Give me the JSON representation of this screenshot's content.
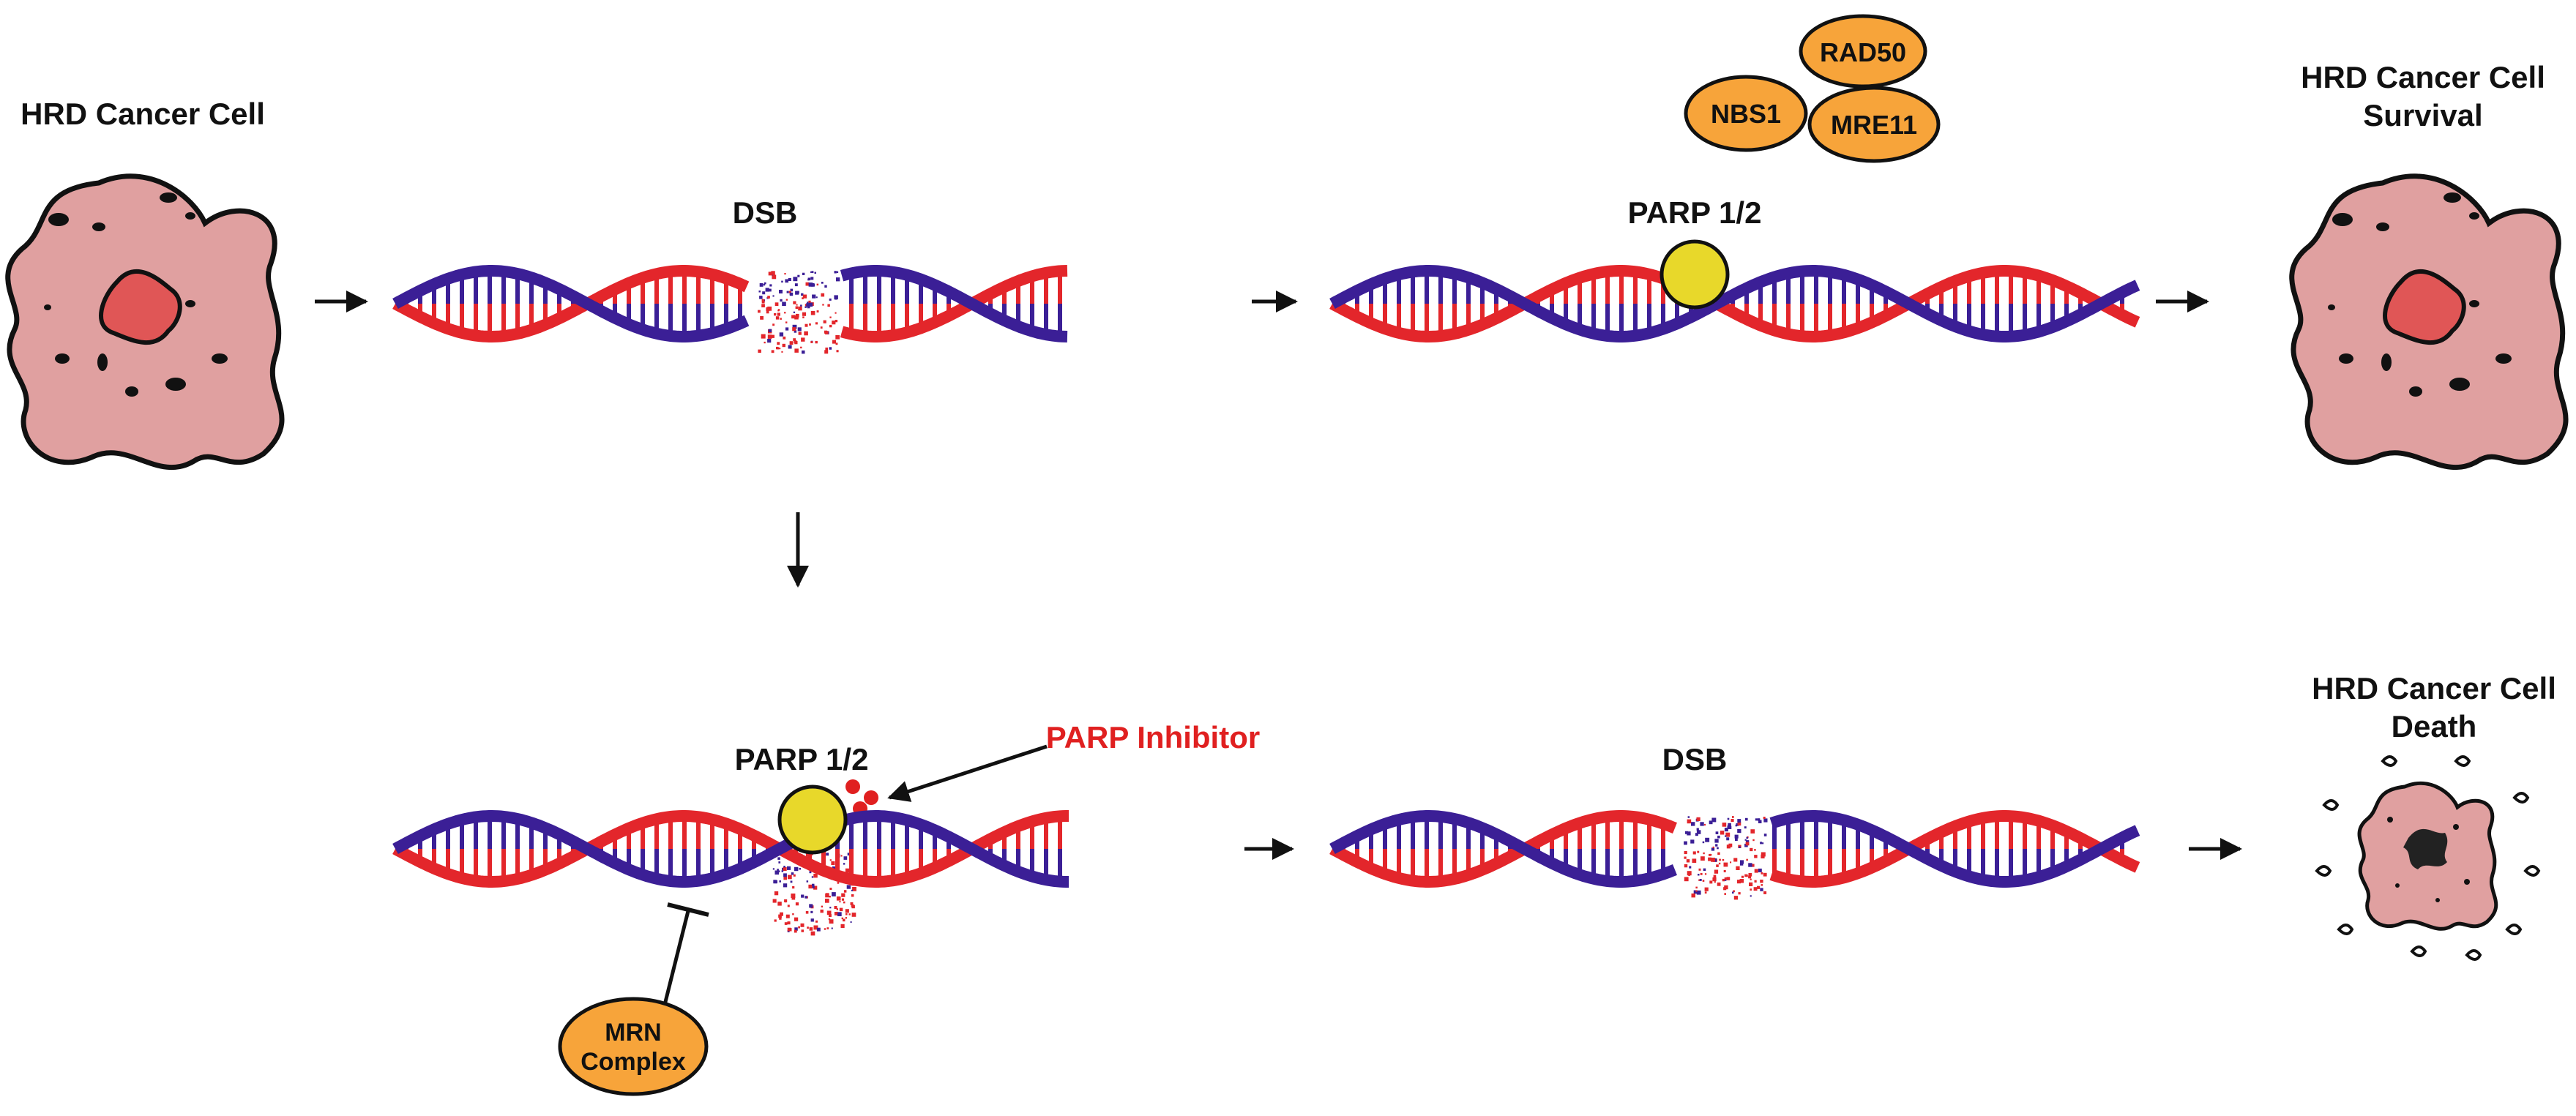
{
  "colors": {
    "strand_red": "#e3262b",
    "strand_purple": "#3b1f96",
    "cell_fill": "#e0a0a0",
    "nucleus_fill": "#e05656",
    "nucleus_dead_fill": "#222222",
    "parp_fill": "#e8d82a",
    "protein_fill": "#f7a43a",
    "inhibitor_red": "#e02020",
    "arrow": "#111111"
  },
  "labels": {
    "cell_initial": "HRD Cancer Cell",
    "cell_survival_line1": "HRD Cancer Cell",
    "cell_survival_line2": "Survival",
    "cell_death_line1": "HRD Cancer Cell",
    "cell_death_line2": "Death",
    "dsb_top": "DSB",
    "dsb_bottom": "DSB",
    "parp_top": "PARP 1/2",
    "parp_bottom": "PARP 1/2",
    "parp_inhibitor": "PARP Inhibitor",
    "rad50": "RAD50",
    "nbs1": "NBS1",
    "mre11": "MRE11",
    "mrn_line1": "MRN",
    "mrn_line2": "Complex"
  },
  "icons": [
    "cancer-cell-icon",
    "dna-helix-icon",
    "parp-enzyme-icon",
    "protein-icon",
    "inhibitor-dots-icon",
    "arrow-icon",
    "inhibition-bar-icon"
  ]
}
